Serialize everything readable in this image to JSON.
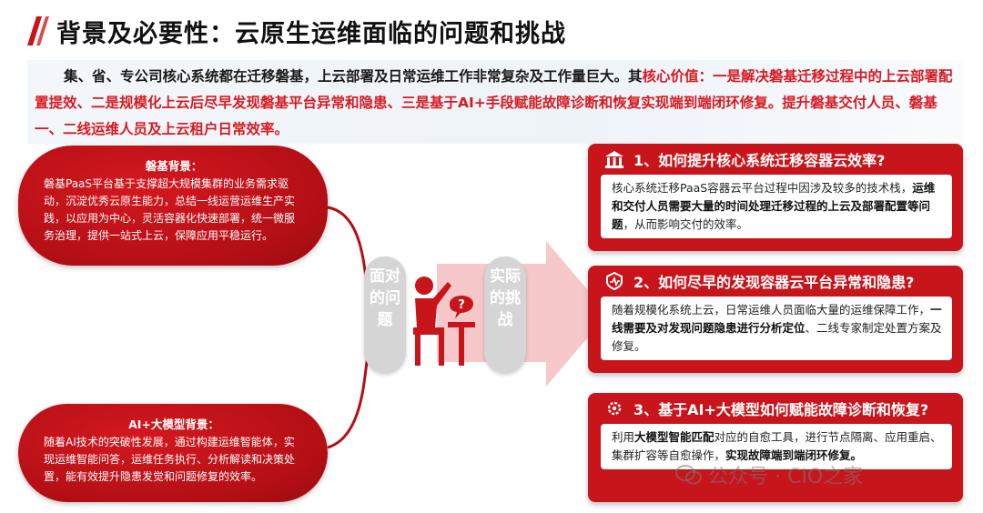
{
  "title": "背景及必要性：云原生运维面临的问题和挑战",
  "intro": {
    "part1": "集、省、专公司核心系统都在迁移磐基，上云部署及日常运维工作非常复杂及工作量巨大。其",
    "part2": "核心价值：一是解决磐基迁移过程中的上云部署配置提效、二是规模化上云后尽早发现磐基平台异常和隐患、三是基于AI+手段赋能故障诊断和恢复实现端到端闭环修复。提升磐基交付人员、磐基一、二线运维人员及上云租户日常效率。"
  },
  "bubbles": {
    "top": {
      "title": "磐基背景：",
      "text": "磐基PaaS平台基于支撑超大规模集群的业务需求驱动，沉淀优秀云原生能力，总结一线运营运维生产实践，以应用为中心，灵活容器化快速部署，统一微服务治理，提供一站式上云，保障应用平稳运行。"
    },
    "bottom": {
      "title": "AI+大模型背景：",
      "text": "随着AI技术的突破性发展，通过构建运维智能体，实现运维智能问答，运维任务执行、分析解读和决策处置，能有效提升隐患发觉和问题修复的效率。"
    }
  },
  "pills": {
    "face": "面对的问题",
    "challenge": "实际的挑战"
  },
  "questions": [
    {
      "title": "1、如何提升核心系统迁移容器云效率?",
      "icon": "building-icon",
      "text_a": "核心系统迁移PaaS容器云平台过程中因涉及较多的技术栈，",
      "text_b": "运维和交付人员需要大量的时间处理迁移过程的上云及部署配置等问题",
      "text_c": "，从而影响交付的效率。"
    },
    {
      "title": "2、如何尽早的发现容器云平台异常和隐患?",
      "icon": "pulse-shield-icon",
      "text_a": "随着规模化系统上云，日常运维人员面临大量的运维保障工作，",
      "text_b": "一线需要及对发现问题隐患进行分析定位",
      "text_c": "、二线专家制定处置方案及修复。"
    },
    {
      "title": "3、基于AI+大模型如何赋能故障诊断和恢复?",
      "icon": "gear-icon",
      "text_a": "利用",
      "text_b": "大模型智能匹配",
      "text_c": "对应的自愈工具，进行节点隔离、应用重启、集群扩容等自愈操作，",
      "text_d": "实现故障端到端闭环修复。"
    }
  ],
  "watermark": "公众号 · CIO之家",
  "colors": {
    "accent": "#c8141b",
    "pill": "#d5d5d5"
  }
}
